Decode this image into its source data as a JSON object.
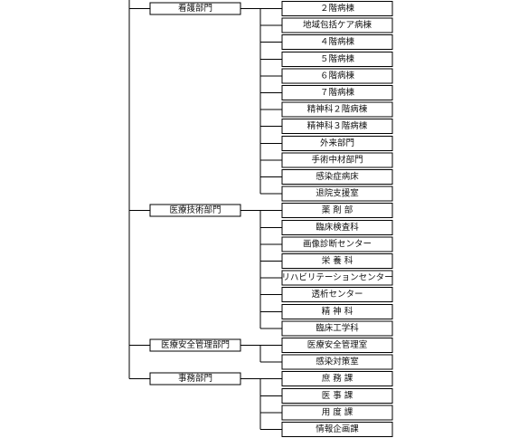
{
  "divisions": [
    {
      "name": "看護部門",
      "units": [
        "２階病棟",
        "地域包括ケア病棟",
        "４階病棟",
        "５階病棟",
        "６階病棟",
        "７階病棟",
        "精神科２階病棟",
        "精神科３階病棟",
        "外来部門",
        "手術中材部門",
        "感染症病床",
        "退院支援室"
      ]
    },
    {
      "name": "医療技術部門",
      "units": [
        "薬 剤 部",
        "臨床検査科",
        "画像診断センター",
        "栄 養 科",
        "リハビリテーションセンター",
        "透析センター",
        "精 神 科",
        "臨床工学科"
      ]
    },
    {
      "name": "医療安全管理部門",
      "units": [
        "医療安全管理室",
        "感染対策室"
      ]
    },
    {
      "name": "事務部門",
      "units": [
        "庶 務 課",
        "医 事 課",
        "用 度 課",
        "情報企画課"
      ]
    }
  ]
}
